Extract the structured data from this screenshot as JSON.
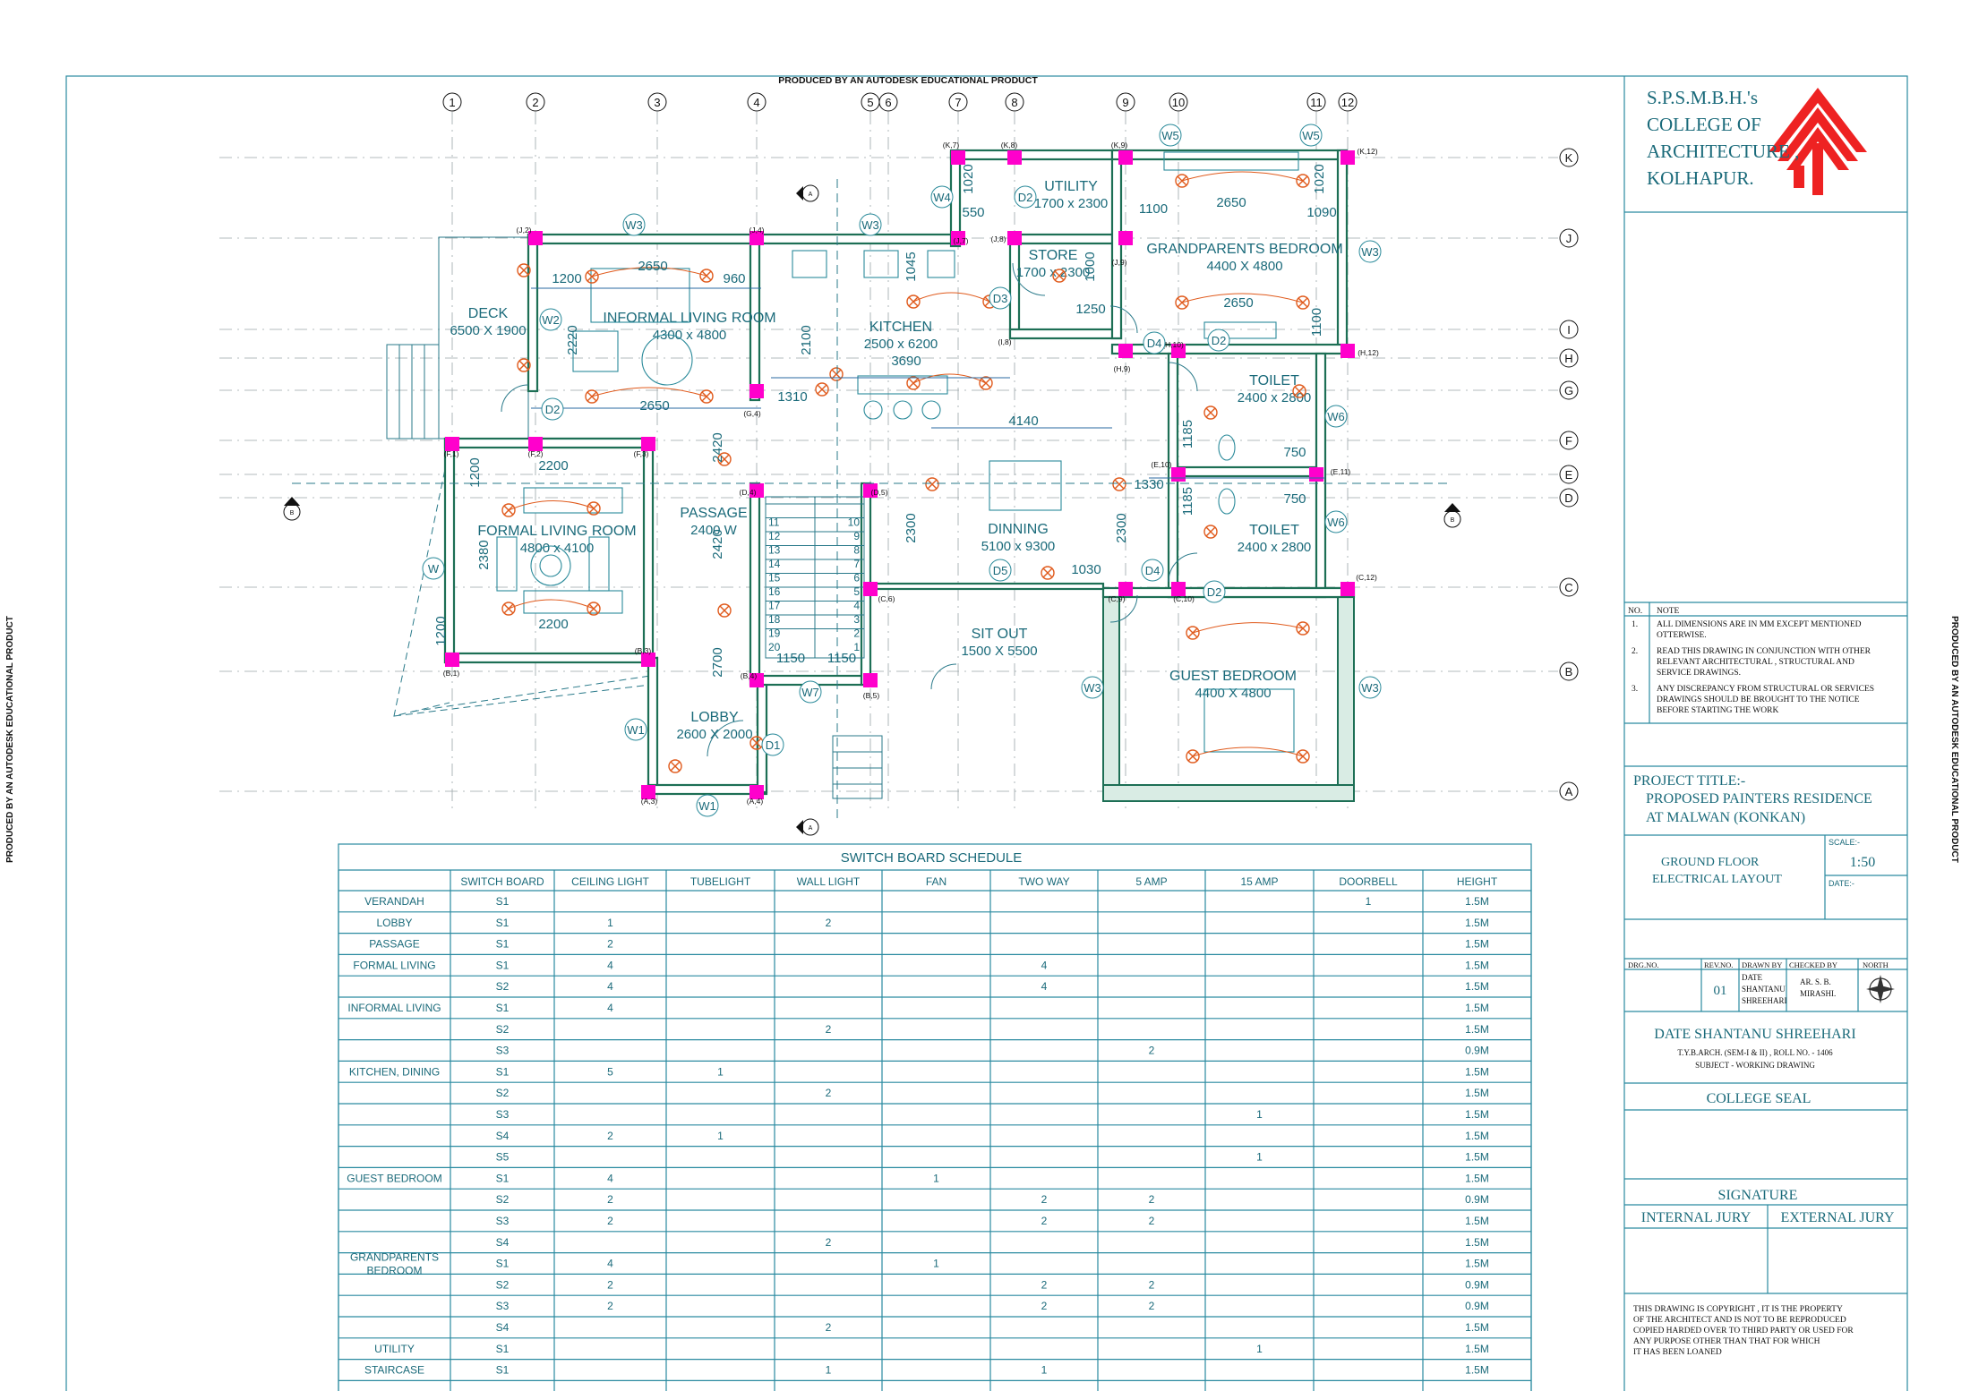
{
  "watermark": "PRODUCED BY AN AUTODESK EDUCATIONAL PRODUCT",
  "grid_columns": [
    "1",
    "2",
    "3",
    "4",
    "5",
    "6",
    "7",
    "8",
    "9",
    "10",
    "11",
    "12"
  ],
  "grid_rows": [
    "K",
    "J",
    "I",
    "H",
    "G",
    "F",
    "E",
    "D",
    "C",
    "B",
    "A"
  ],
  "section_marks": {
    "a": "A",
    "b": "B"
  },
  "rooms": [
    {
      "name": "DECK",
      "size": "6500 X 1900"
    },
    {
      "name": "INFORMAL LIVING ROOM",
      "size": "4300 x 4800"
    },
    {
      "name": "KITCHEN",
      "size": "2500 x 6200"
    },
    {
      "name": "UTILITY",
      "size": "1700 x 2300"
    },
    {
      "name": "STORE",
      "size": "1700 x 2300"
    },
    {
      "name": "GRANDPARENTS BEDROOM",
      "size": "4400 X 4800"
    },
    {
      "name": "TOILET",
      "size": "2400 x 2800"
    },
    {
      "name": "TOILET",
      "size": "2400 x 2800"
    },
    {
      "name": "FORMAL LIVING ROOM",
      "size": "4800 x 4100"
    },
    {
      "name": "PASSAGE",
      "size": "2400 W"
    },
    {
      "name": "DINNING",
      "size": "5100 x 9300"
    },
    {
      "name": "SIT OUT",
      "size": "1500 X 5500"
    },
    {
      "name": "GUEST BEDROOM",
      "size": "4400 X 4800"
    },
    {
      "name": "LOBBY",
      "size": "2600 X 2000"
    }
  ],
  "openings": [
    "W1",
    "W1",
    "W2",
    "W3",
    "W3",
    "W3",
    "W3",
    "W3",
    "W4",
    "W5",
    "W5",
    "W6",
    "W6",
    "W7",
    "W",
    "D1",
    "D2",
    "D2",
    "D2",
    "D2",
    "D3",
    "D4",
    "D4",
    "D5"
  ],
  "dimensions": [
    "2650",
    "1200",
    "960",
    "2220",
    "2650",
    "2100",
    "1310",
    "1045",
    "3690",
    "4140",
    "2420",
    "2420",
    "2700",
    "1150",
    "1150",
    "2200",
    "2200",
    "1200",
    "2380",
    "1200",
    "2300",
    "2300",
    "1030",
    "1330",
    "1185",
    "1185",
    "750",
    "750",
    "1020",
    "1020",
    "550",
    "1000",
    "1250",
    "1100",
    "1090",
    "2650",
    "2650",
    "1100"
  ],
  "grid_tags": [
    "(J,2)",
    "(J,4)",
    "(J,7)",
    "(J,8)",
    "(K,7)",
    "(K,8)",
    "(K,9)",
    "(K,12)",
    "(J,9)",
    "(I,8)",
    "(H,9)",
    "(H,10)",
    "(H,12)",
    "(G,4)",
    "(F,1)",
    "(F,2)",
    "(F,3)",
    "(D,4)",
    "(D,5)",
    "(E,10)",
    "(E,11)",
    "(C,6)",
    "(C,9)",
    "(C,10)",
    "(C,12)",
    "(B,1)",
    "(B,3)",
    "(B,4)",
    "(B,5)",
    "(A,3)",
    "(A,4)"
  ],
  "stair_steps": [
    "1",
    "2",
    "3",
    "4",
    "5",
    "6",
    "7",
    "8",
    "9",
    "10",
    "11",
    "12",
    "13",
    "14",
    "15",
    "16",
    "17",
    "18",
    "19",
    "20"
  ],
  "schedule": {
    "title": "SWITCH BOARD SCHEDULE",
    "headers": [
      "",
      "SWITCH BOARD",
      "CEILING LIGHT",
      "TUBELIGHT",
      "WALL LIGHT",
      "FAN",
      "TWO WAY",
      "5 AMP",
      "15 AMP",
      "DOORBELL",
      "HEIGHT"
    ],
    "rows": [
      [
        "VERANDAH",
        "S1",
        "",
        "",
        "",
        "",
        "",
        "",
        "",
        "1",
        "1.5M"
      ],
      [
        "LOBBY",
        "S1",
        "1",
        "",
        "2",
        "",
        "",
        "",
        "",
        "",
        "1.5M"
      ],
      [
        "PASSAGE",
        "S1",
        "2",
        "",
        "",
        "",
        "",
        "",
        "",
        "",
        "1.5M"
      ],
      [
        "FORMAL LIVING",
        "S1",
        "4",
        "",
        "",
        "",
        "4",
        "",
        "",
        "",
        "1.5M"
      ],
      [
        "",
        "S2",
        "4",
        "",
        "",
        "",
        "4",
        "",
        "",
        "",
        "1.5M"
      ],
      [
        "INFORMAL LIVING",
        "S1",
        "4",
        "",
        "",
        "",
        "",
        "",
        "",
        "",
        "1.5M"
      ],
      [
        "",
        "S2",
        "",
        "",
        "2",
        "",
        "",
        "",
        "",
        "",
        "1.5M"
      ],
      [
        "",
        "S3",
        "",
        "",
        "",
        "",
        "",
        "2",
        "",
        "",
        "0.9M"
      ],
      [
        "KITCHEN, DINING",
        "S1",
        "5",
        "1",
        "",
        "",
        "",
        "",
        "",
        "",
        "1.5M"
      ],
      [
        "",
        "S2",
        "",
        "",
        "2",
        "",
        "",
        "",
        "",
        "",
        "1.5M"
      ],
      [
        "",
        "S3",
        "",
        "",
        "",
        "",
        "",
        "",
        "1",
        "",
        "1.5M"
      ],
      [
        "",
        "S4",
        "2",
        "1",
        "",
        "",
        "",
        "",
        "",
        "",
        "1.5M"
      ],
      [
        "",
        "S5",
        "",
        "",
        "",
        "",
        "",
        "",
        "1",
        "",
        "1.5M"
      ],
      [
        "GUEST BEDROOM",
        "S1",
        "4",
        "",
        "",
        "1",
        "",
        "",
        "",
        "",
        "1.5M"
      ],
      [
        "",
        "S2",
        "2",
        "",
        "",
        "",
        "2",
        "2",
        "",
        "",
        "0.9M"
      ],
      [
        "",
        "S3",
        "2",
        "",
        "",
        "",
        "2",
        "2",
        "",
        "",
        "1.5M"
      ],
      [
        "",
        "S4",
        "",
        "",
        "2",
        "",
        "",
        "",
        "",
        "",
        "1.5M"
      ],
      [
        "GRANDPARENTS BEDROOM",
        "S1",
        "4",
        "",
        "",
        "1",
        "",
        "",
        "",
        "",
        "1.5M"
      ],
      [
        "",
        "S2",
        "2",
        "",
        "",
        "",
        "2",
        "2",
        "",
        "",
        "0.9M"
      ],
      [
        "",
        "S3",
        "2",
        "",
        "",
        "",
        "2",
        "2",
        "",
        "",
        "0.9M"
      ],
      [
        "",
        "S4",
        "",
        "",
        "2",
        "",
        "",
        "",
        "",
        "",
        "1.5M"
      ],
      [
        "UTILITY",
        "S1",
        "",
        "",
        "",
        "",
        "",
        "",
        "1",
        "",
        "1.5M"
      ],
      [
        "STAIRCASE",
        "S1",
        "",
        "",
        "1",
        "",
        "1",
        "",
        "",
        "",
        "1.5M"
      ]
    ]
  },
  "title_block": {
    "college": [
      "S.P.S.M.B.H.'s",
      "COLLEGE OF",
      "ARCHITECTURE ,",
      "KOLHAPUR."
    ],
    "notes_header": [
      "NO.",
      "NOTE"
    ],
    "notes": [
      {
        "no": "1.",
        "lines": [
          "ALL DIMENSIONS ARE IN MM EXCEPT MENTIONED",
          "OTTERWISE."
        ]
      },
      {
        "no": "2.",
        "lines": [
          "READ THIS DRAWING IN CONJUNCTION WITH OTHER",
          "RELEVANT ARCHITECTURAL , STRUCTURAL AND",
          "SERVICE DRAWINGS."
        ]
      },
      {
        "no": "3.",
        "lines": [
          "ANY DISCREPANCY FROM STRUCTURAL OR SERVICES",
          "DRAWINGS SHOULD BE BROUGHT TO THE NOTICE",
          "BEFORE STARTING THE WORK"
        ]
      }
    ],
    "project_title_label": "PROJECT TITLE:-",
    "project_title": [
      "PROPOSED PAINTERS RESIDENCE",
      "AT MALWAN (KONKAN)"
    ],
    "sheet_title": [
      "GROUND FLOOR",
      "ELECTRICAL LAYOUT"
    ],
    "scale_label": "SCALE:-",
    "scale": "1:50",
    "date_label": "DATE:-",
    "drg_no_label": "DRG.NO.",
    "rev_no_label": "REV.NO.",
    "rev_no": "01",
    "drawn_by_label": "DRAWN BY",
    "drawn_by": [
      "DATE",
      "SHANTANU",
      "SHREEHARI"
    ],
    "checked_by_label": "CHECKED BY",
    "checked_by": [
      "AR. S. B.",
      "MIRASHI."
    ],
    "north_label": "NORTH",
    "student_name": "DATE SHANTANU SHREEHARI",
    "student_class": "T.Y.B.ARCH. (SEM-I & II) , ROLL NO. - 1406",
    "subject": "SUBJECT - WORKING DRAWING",
    "college_seal": "COLLEGE SEAL",
    "signature": "SIGNATURE",
    "internal_jury": "INTERNAL JURY",
    "external_jury": "EXTERNAL JURY",
    "copyright": [
      "THIS DRAWING IS COPYRIGHT , IT IS THE PROPERTY",
      "OF THE ARCHITECT AND IS NOT TO BE REPRODUCED",
      "COPIED HARDED OVER TO THIRD PARTY OR USED FOR",
      "ANY PURPOSE OTHER THAN THAT FOR WHICH",
      "IT HAS BEEN LOANED"
    ]
  },
  "colors": {
    "accent": "#1a6a7a",
    "column": "#ff00cc",
    "wiring": "#e05a1c",
    "logo": "#ee2222"
  }
}
